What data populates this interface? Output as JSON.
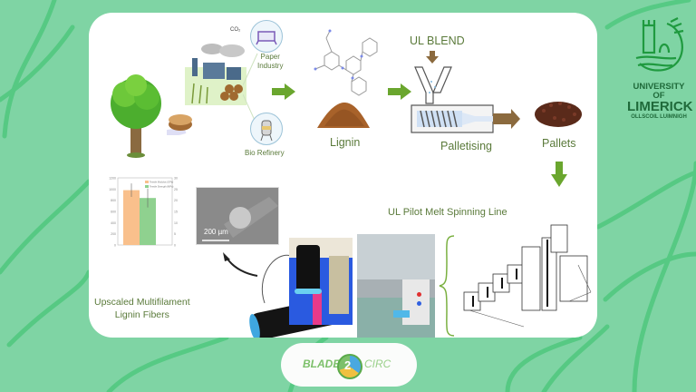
{
  "colors": {
    "background": "#7fd4a4",
    "swirl": "#3fbf6e",
    "card": "#ffffff",
    "label_text": "#5a7a3a",
    "arrow_green": "#6aa62e",
    "arrow_brown": "#8b6a3e",
    "university_green": "#1f8a3a"
  },
  "process": {
    "sources": {
      "paper": "Paper Industry",
      "paper_line1": "Paper",
      "paper_line2": "Industry",
      "bio": "Bio Refinery"
    },
    "co2_label": "CO₂",
    "lignin": "Lignin",
    "ul_blend": "UL BLEND",
    "palletising": "Palletising",
    "pallets": "Pallets",
    "spinning_line": "UL Pilot Melt Spinning Line",
    "fibers_line1": "Upscaled Multifilament",
    "fibers_line2": "Lignin Fibers",
    "sem_scale": "200 µm"
  },
  "university": {
    "line1": "UNIVERSITY OF",
    "line2": "LIMERICK",
    "line3": "OLLSCOIL LUIMNIGH"
  },
  "badge": {
    "left": "BLADE",
    "middle": "2",
    "right": "CIRC"
  },
  "chart_data": {
    "type": "bar",
    "title": "",
    "categories": [
      "Tensile Modulus",
      "Tensile Strength"
    ],
    "series": [
      {
        "name": "Tensile Modulus (GPa)",
        "color": "#f9c08c",
        "value": 980,
        "error": 120,
        "axis": "left"
      },
      {
        "name": "Tensile Strength (MPa)",
        "color": "#8fd18f",
        "value": 840,
        "error": 170,
        "axis": "left"
      }
    ],
    "left_axis": {
      "ylim": [
        0,
        1200
      ],
      "ticks": [
        "0",
        "200",
        "400",
        "600",
        "800",
        "1000",
        "1200"
      ]
    },
    "right_axis": {
      "ylim": [
        0,
        30
      ],
      "ticks": [
        "0",
        "5",
        "10",
        "15",
        "20",
        "25",
        "30"
      ]
    },
    "legend": "top-right",
    "grid": false
  }
}
